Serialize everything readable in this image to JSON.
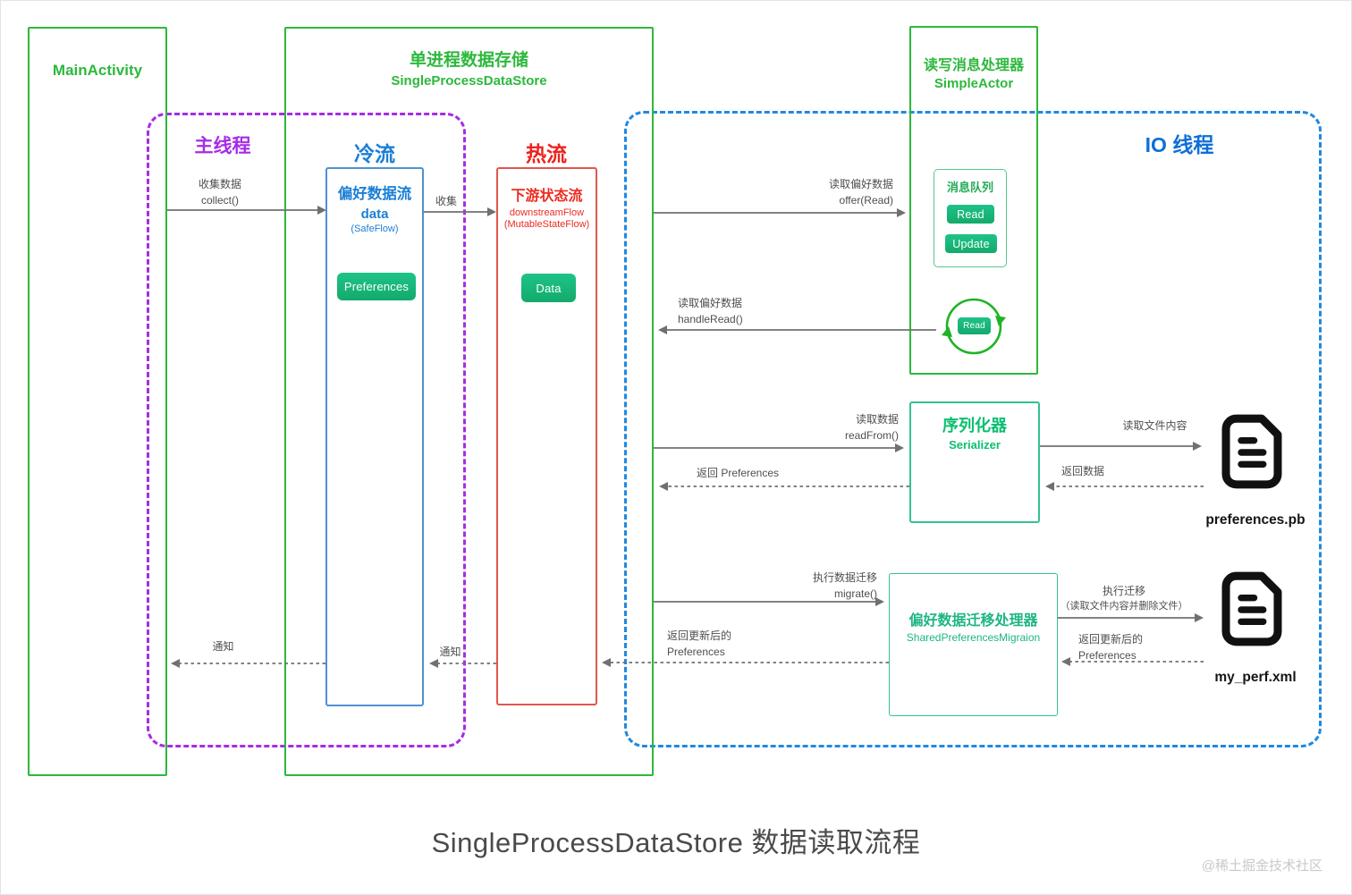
{
  "diagram_title": "SingleProcessDataStore 数据读取流程",
  "watermark": "@稀土掘金技术社区",
  "colors": {
    "green": "#2db83c",
    "purple": "#a62ce6",
    "blue": "#1b7fd6",
    "io_blue": "#2089e0",
    "red": "#ed221c",
    "teal": "#37c091",
    "chip_green": "#17b377",
    "arrow_gray": "#707070"
  },
  "lanes": {
    "main_activity": {
      "title": "MainActivity"
    },
    "datastore": {
      "title_zh": "单进程数据存储",
      "title_en": "SingleProcessDataStore"
    },
    "simple_actor": {
      "title_zh": "读写消息处理器",
      "title_en": "SimpleActor"
    },
    "main_thread": {
      "label": "主线程"
    },
    "io_thread": {
      "label": "IO 线程"
    }
  },
  "nodes": {
    "cold_flow": {
      "lane_label": "冷流",
      "title": "偏好数据流",
      "name": "data",
      "subtitle": "(SafeFlow)",
      "chip": "Preferences"
    },
    "hot_flow": {
      "lane_label": "热流",
      "title": "下游状态流",
      "name": "downstreamFlow",
      "subtitle": "(MutableStateFlow)",
      "chip": "Data"
    },
    "message_queue": {
      "title": "消息队列",
      "items": [
        "Read",
        "Update"
      ]
    },
    "read_loop": {
      "chip": "Read"
    },
    "serializer": {
      "title_zh": "序列化器",
      "title_en": "Serializer"
    },
    "migration": {
      "title_zh": "偏好数据迁移处理器",
      "title_en": "SharedPreferencesMigraion"
    },
    "preferences_file": {
      "label": "preferences.pb"
    },
    "xml_file": {
      "label": "my_perf.xml"
    }
  },
  "edges": {
    "collect": {
      "line1": "收集数据",
      "line2": "collect()"
    },
    "collect_short": {
      "line1": "收集"
    },
    "offer": {
      "line1": "读取偏好数据",
      "line2": "offer(Read)"
    },
    "handle_read": {
      "line1": "读取偏好数据",
      "line2": "handleRead()"
    },
    "read_from": {
      "line1": "读取数据",
      "line2": "readFrom()"
    },
    "return_preferences": {
      "line1": "返回 Preferences"
    },
    "read_file": {
      "line1": "读取文件内容"
    },
    "return_data": {
      "line1": "返回数据"
    },
    "migrate": {
      "line1": "执行数据迁移",
      "line2": "migrate()"
    },
    "do_migrate": {
      "line1": "执行迁移",
      "line2": "（读取文件内容并删除文件）"
    },
    "return_updated": {
      "line1": "返回更新后的",
      "line2": "Preferences"
    },
    "notify": {
      "line1": "通知"
    }
  }
}
